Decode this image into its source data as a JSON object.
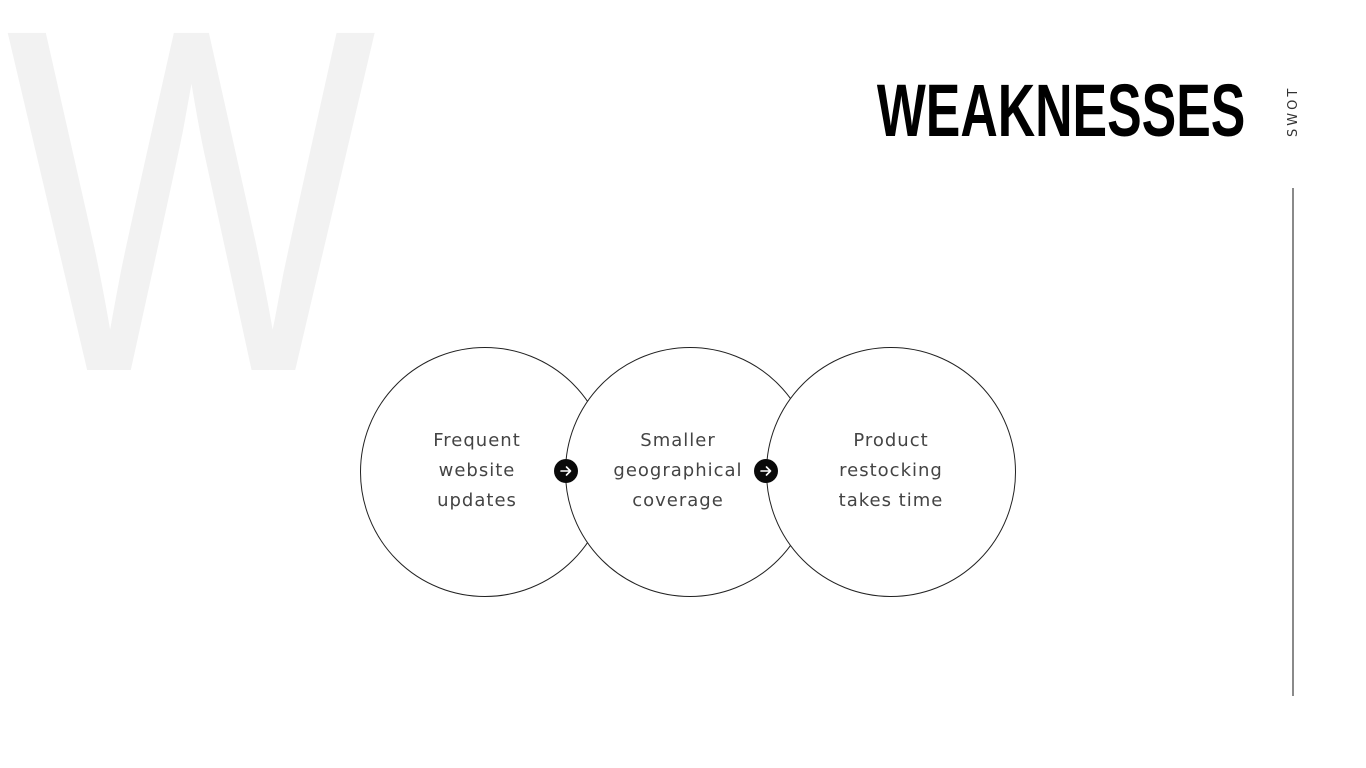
{
  "slide": {
    "background_letter": "W",
    "title": "WEAKNESSES",
    "section_tag": "SWOT"
  },
  "diagram": {
    "type": "overlapping-circles-flow",
    "items": [
      {
        "lines": [
          "Frequent",
          "website",
          "updates"
        ]
      },
      {
        "lines": [
          "Smaller",
          "geographical",
          "coverage"
        ]
      },
      {
        "lines": [
          "Product",
          "restocking",
          "takes time"
        ]
      }
    ],
    "connectors": [
      {
        "icon": "arrow-right-icon",
        "from": 0,
        "to": 1
      },
      {
        "icon": "arrow-right-icon",
        "from": 1,
        "to": 2
      }
    ]
  },
  "colors": {
    "background": "#ffffff",
    "background_letter": "#f2f2f2",
    "title": "#000000",
    "circle_stroke": "#222222",
    "circle_text": "#444444",
    "connector_fill": "#0a0a0a",
    "divider_line": "#8a8a8a"
  }
}
